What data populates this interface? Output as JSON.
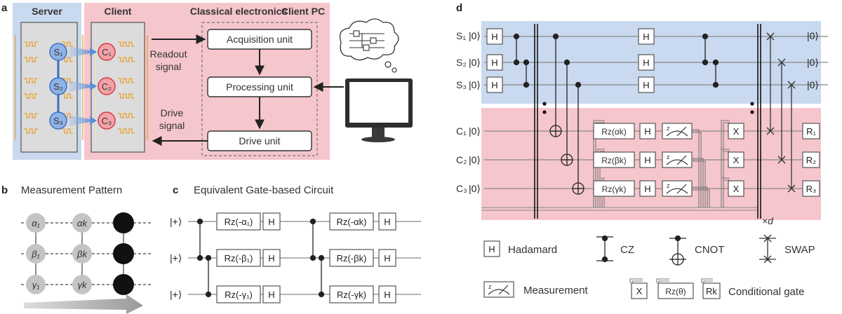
{
  "panel_labels": {
    "a": "a",
    "b": "b",
    "c": "c",
    "d": "d"
  },
  "panel_a": {
    "server_title": "Server",
    "client_title": "Client",
    "electronics_title": "Classical electronics",
    "pc_title": "Client PC",
    "server_qubits": [
      "S₁",
      "S₂",
      "S₃"
    ],
    "client_qubits": [
      "C₁",
      "C₂",
      "C₃"
    ],
    "units": {
      "acquisition": "Acquisition unit",
      "processing": "Processing unit",
      "drive": "Drive unit"
    },
    "readout_label": [
      "Readout",
      "signal"
    ],
    "drive_label": [
      "Drive",
      "signal"
    ],
    "colors": {
      "server_bg": "#c9d9ef",
      "client_bg": "#f5c6cc",
      "server_qubit": "#5b8fd6",
      "client_qubit": "#e0505a",
      "squiggle": "#e8a030"
    }
  },
  "panel_b": {
    "title": "Measurement Pattern",
    "row1": [
      "α₁",
      "αk"
    ],
    "row2": [
      "β₁",
      "βk"
    ],
    "row3": [
      "γ₁",
      "γk"
    ]
  },
  "panel_c": {
    "title": "Equivalent Gate-based Circuit",
    "inputs": [
      "|+⟩",
      "|+⟩",
      "|+⟩"
    ],
    "gates_left": [
      "Rz(-α₁)",
      "Rz(-β₁)",
      "Rz(-γ₁)"
    ],
    "gates_right": [
      "Rz(-αk)",
      "Rz(-βk)",
      "Rz(-γk)"
    ],
    "h": "H"
  },
  "panel_d": {
    "server_labels": [
      "S₁",
      "S₂",
      "S₃"
    ],
    "client_labels": [
      "C₁",
      "C₂",
      "C₃"
    ],
    "ket0": "|0⟩",
    "h": "H",
    "x": "X",
    "rz": [
      "Rz(αk)",
      "Rz(βk)",
      "Rz(γk)"
    ],
    "r": [
      "R₁",
      "R₂",
      "R₃"
    ],
    "repeat": "×d",
    "legend": {
      "hadamard": "Hadamard",
      "cz": "CZ",
      "cnot": "CNOT",
      "swap": "SWAP",
      "measurement": "Measurement",
      "conditional": "Conditional gate",
      "cond_x": "X",
      "cond_rz": "Rz(θ)",
      "cond_rk": "Rk"
    },
    "colors": {
      "server_bg": "#c9d9ef",
      "client_bg": "#f5c6cc",
      "server_label": "#4a7cc4",
      "client_label": "#d63a44"
    }
  }
}
